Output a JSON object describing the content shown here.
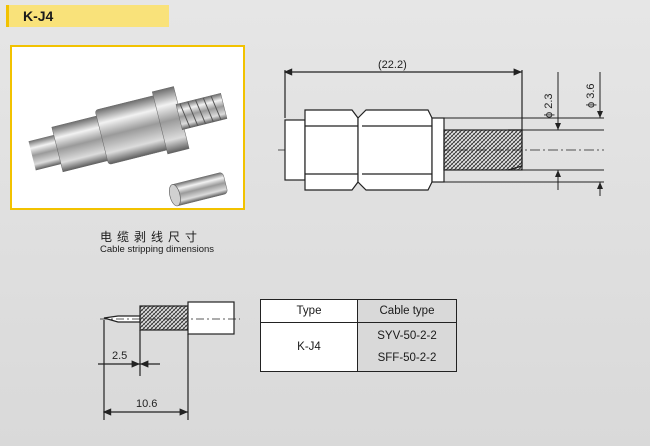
{
  "title": "K-J4",
  "photo": {
    "label": "connector-photo"
  },
  "caption": {
    "cn": "电缆剥线尺寸",
    "en": "Cable stripping dimensions"
  },
  "dimensions": {
    "length": "(22.2)",
    "dia_inner": "ϕ 2.3",
    "dia_outer": "ϕ 3.6",
    "strip_short": "2.5",
    "strip_long": "10.6"
  },
  "table": {
    "headers": [
      "Type",
      "Cable type"
    ],
    "type": "K-J4",
    "cables": [
      "SYV-50-2-2",
      "SFF-50-2-2"
    ]
  }
}
